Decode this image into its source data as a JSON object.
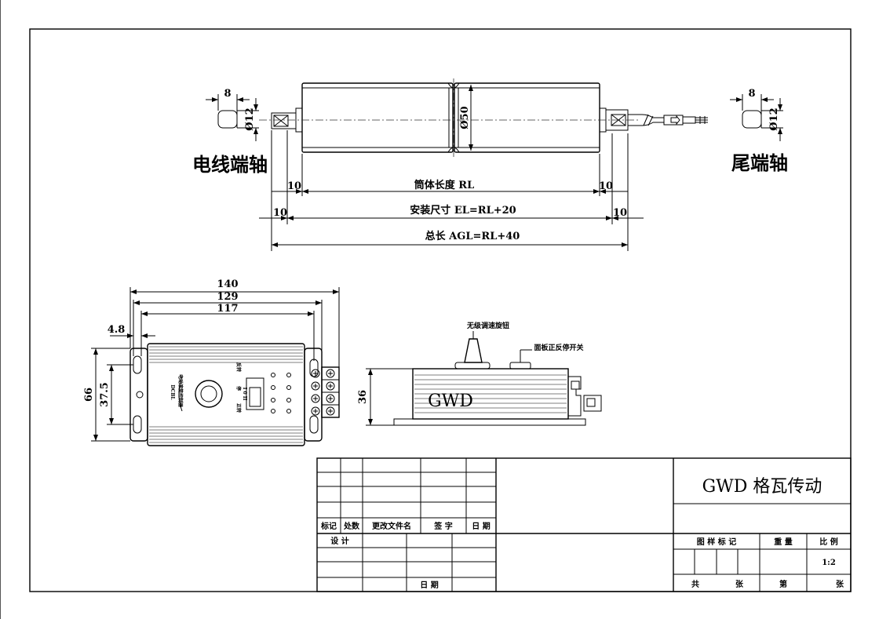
{
  "roller": {
    "left_label": "电线端轴",
    "right_label": "尾端轴",
    "diameter": "Ø50",
    "shaft_len_left": "8",
    "shaft_dia_left": "Ø12",
    "shaft_len_right": "8",
    "shaft_dia_right": "Ø12",
    "dim_body_left": "10",
    "dim_body": "筒体长度 RL",
    "dim_body_right": "10",
    "dim_install_left": "10",
    "dim_install": "安装尺寸 EL=RL+20",
    "dim_install_right": "10",
    "dim_total": "总长 AGL=RL+40"
  },
  "controller": {
    "dim_140": "140",
    "dim_129": "129",
    "dim_117": "117",
    "dim_4_8": "4.8",
    "dim_66": "66",
    "dim_37_5": "37.5",
    "model": "DCBL",
    "name": "电动滚筒控制器",
    "switch_top": "反转",
    "switch_mid": "停",
    "switch_bot": "正转",
    "switch_pos": "I 0 II"
  },
  "side_view": {
    "knob_label": "无级调速旋钮",
    "switch_label": "面板正反停开关",
    "dim_36": "36",
    "brand": "GWD"
  },
  "title_block": {
    "company": "GWD 格瓦传动",
    "col_mark": "标记",
    "col_count": "处数",
    "col_doc": "更改文件名",
    "col_sign": "签 字",
    "col_date": "日 期",
    "design": "设 计",
    "date": "日 期",
    "sample_mark": "图 样 标 记",
    "weight": "重 量",
    "scale": "比 例",
    "scale_value": "1:2",
    "total": "共",
    "sheets_total": "张",
    "sheet_no": "第",
    "sheets": "张"
  }
}
